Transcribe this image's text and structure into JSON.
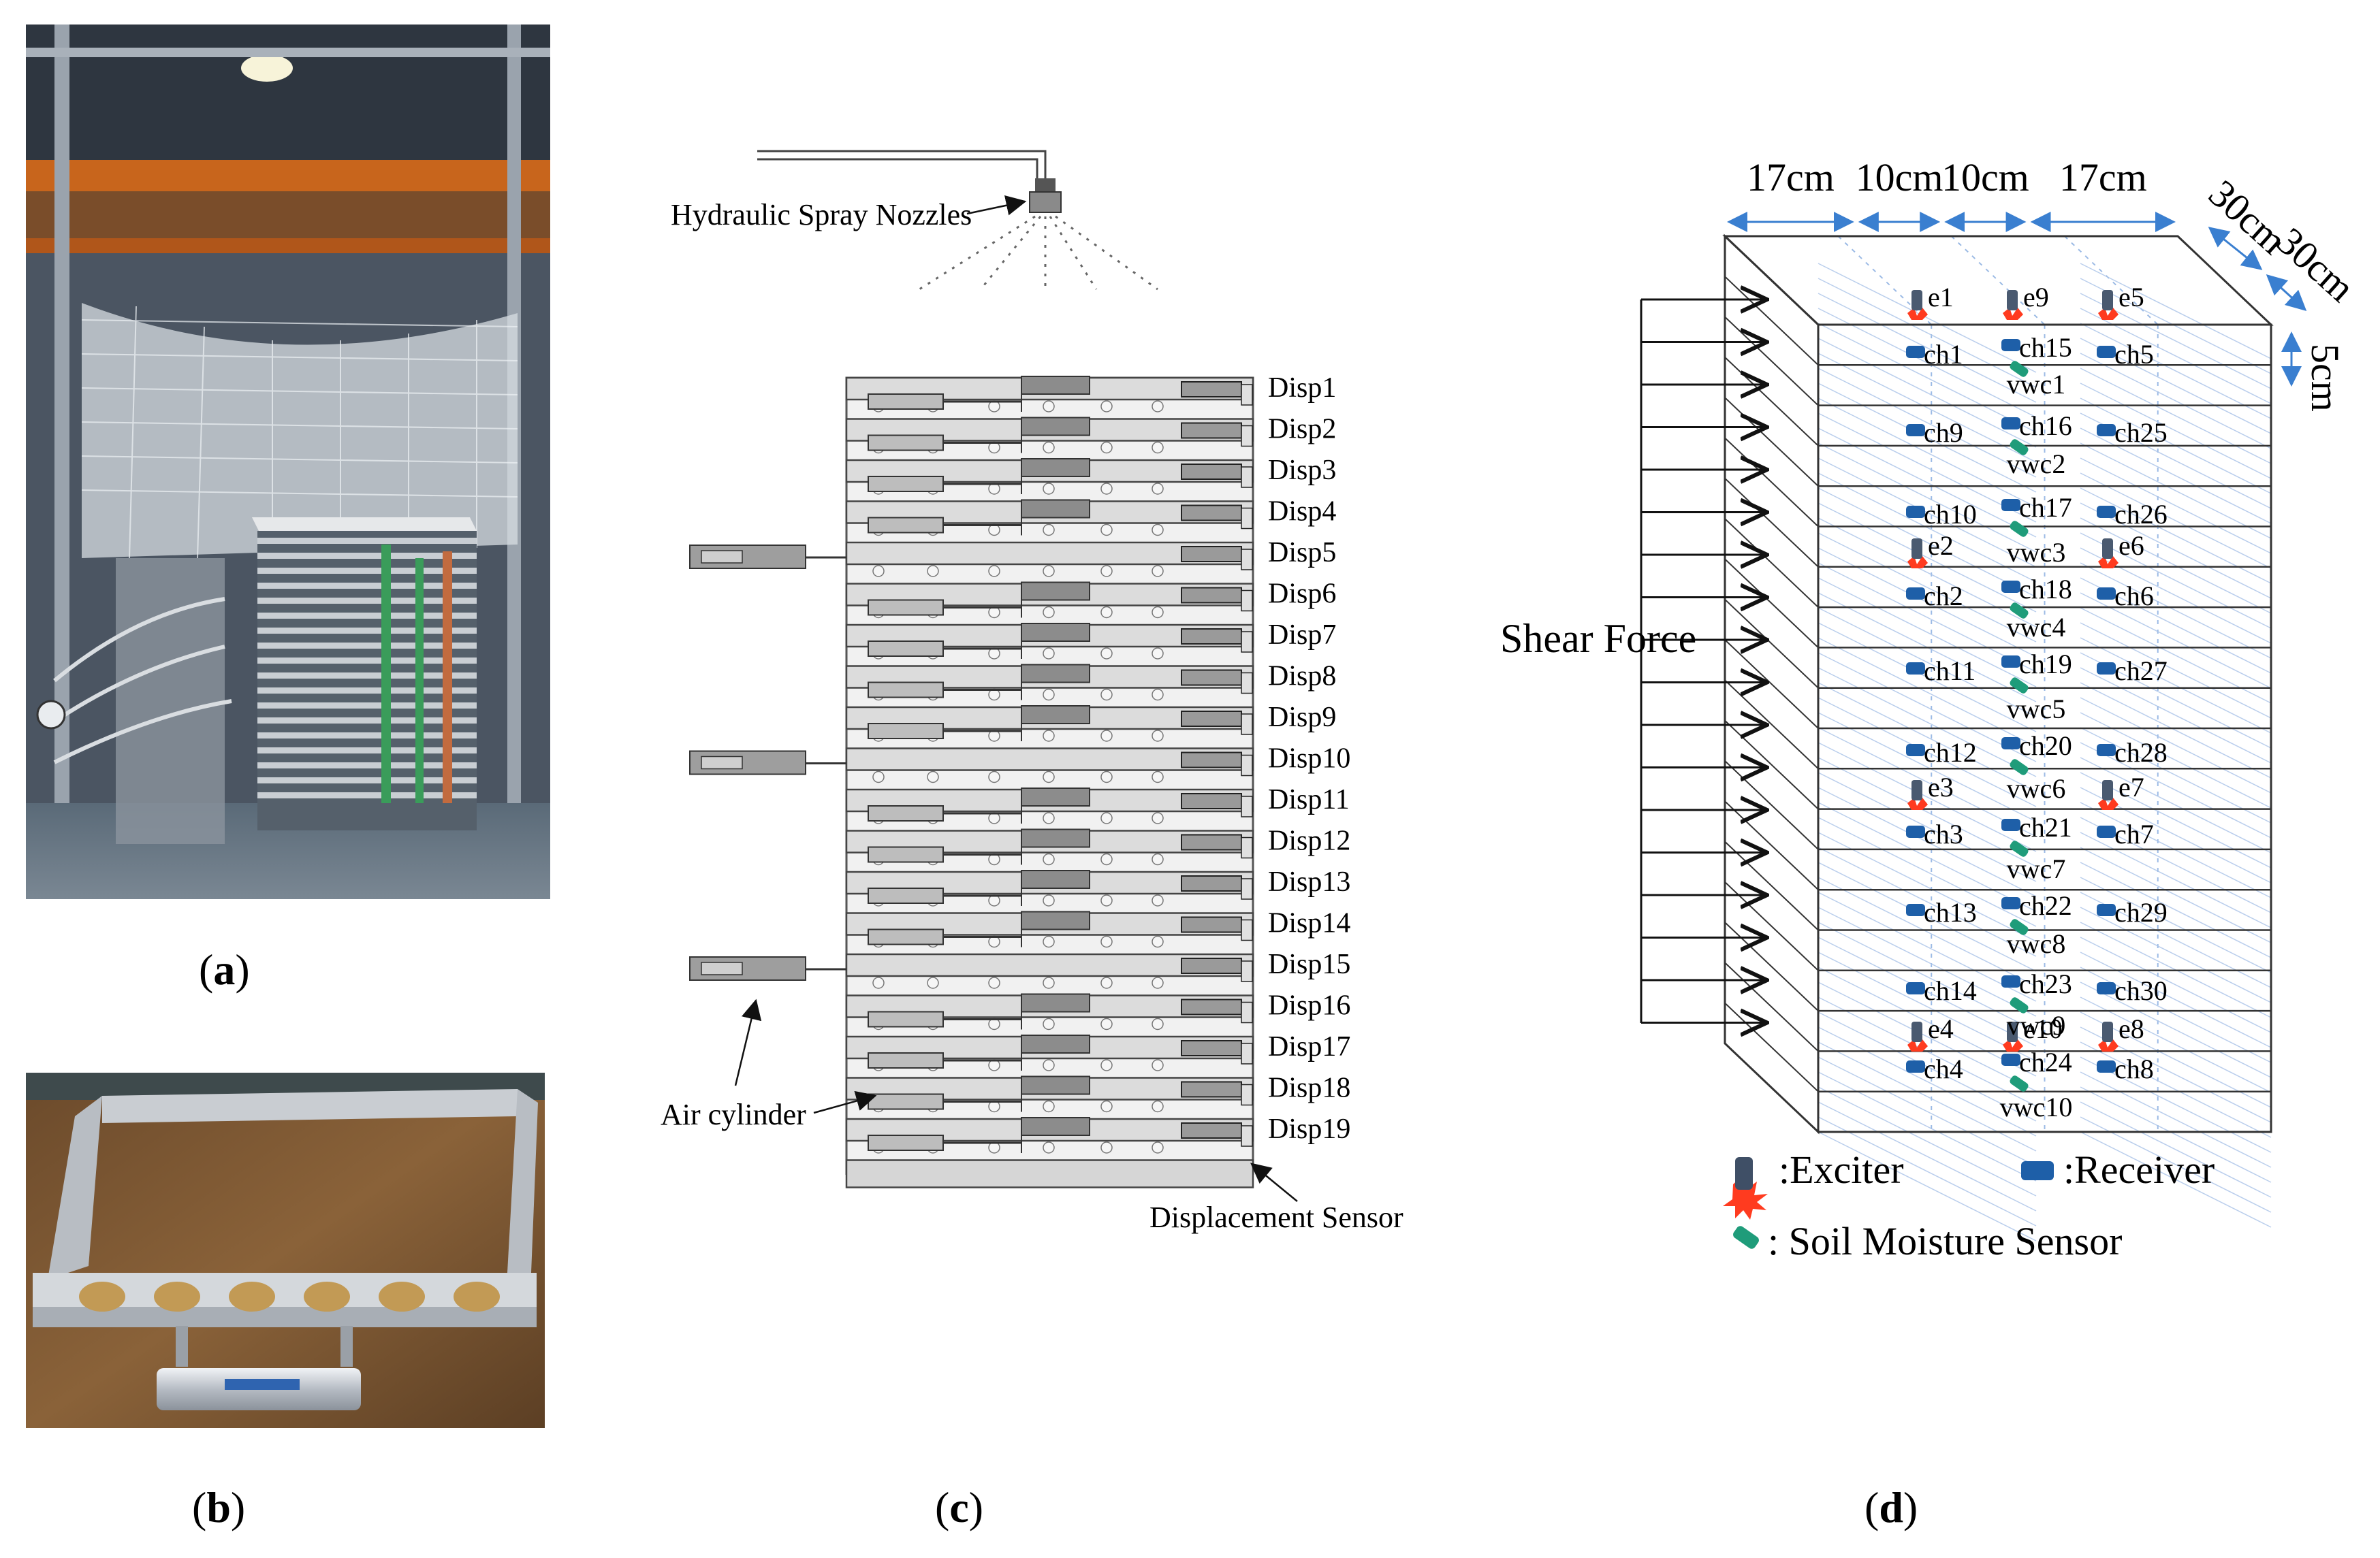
{
  "captions": [
    "(a)",
    "(b)",
    "(c)",
    "(d)"
  ],
  "caption_letters": [
    "a",
    "b",
    "c",
    "d"
  ],
  "panel_c": {
    "nozzle_label": "Hydraulic Spray Nozzles",
    "air_cylinder_label": "Air cylinder",
    "displacement_sensor_label": "Displacement Sensor",
    "disp_labels": [
      "Disp1",
      "Disp2",
      "Disp3",
      "Disp4",
      "Disp5",
      "Disp6",
      "Disp7",
      "Disp8",
      "Disp9",
      "Disp10",
      "Disp11",
      "Disp12",
      "Disp13",
      "Disp14",
      "Disp15",
      "Disp16",
      "Disp17",
      "Disp18",
      "Disp19"
    ]
  },
  "panel_d": {
    "dims_top": [
      "17cm",
      "10cm",
      "10cm",
      "17cm"
    ],
    "dims_side": [
      "30cm",
      "30cm"
    ],
    "dim_layer": "5cm",
    "shear_force_label": "Shear Force",
    "exciters": [
      "e1",
      "e9",
      "e5",
      "e2",
      "e6",
      "e3",
      "e7",
      "e4",
      "e10",
      "e8"
    ],
    "receivers": [
      "ch1",
      "ch15",
      "ch5",
      "ch9",
      "ch16",
      "ch25",
      "ch10",
      "ch17",
      "ch26",
      "ch2",
      "ch18",
      "ch6",
      "ch11",
      "ch19",
      "ch27",
      "ch12",
      "ch20",
      "ch28",
      "ch3",
      "ch21",
      "ch7",
      "ch13",
      "ch22",
      "ch29",
      "ch14",
      "ch23",
      "ch30",
      "ch4",
      "ch24",
      "ch8"
    ],
    "vwc": [
      "vwc1",
      "vwc2",
      "vwc3",
      "vwc4",
      "vwc5",
      "vwc6",
      "vwc7",
      "vwc8",
      "vwc9",
      "vwc10"
    ],
    "legend": {
      "exciter": ":Exciter",
      "receiver": ":Receiver",
      "moisture": ": Soil Moisture Sensor"
    },
    "colors": {
      "dims": "#3a7fd0",
      "receiver": "#1e5fa8",
      "moisture": "#1f9c7a",
      "exciter_flash": "#ff3b1f"
    }
  }
}
